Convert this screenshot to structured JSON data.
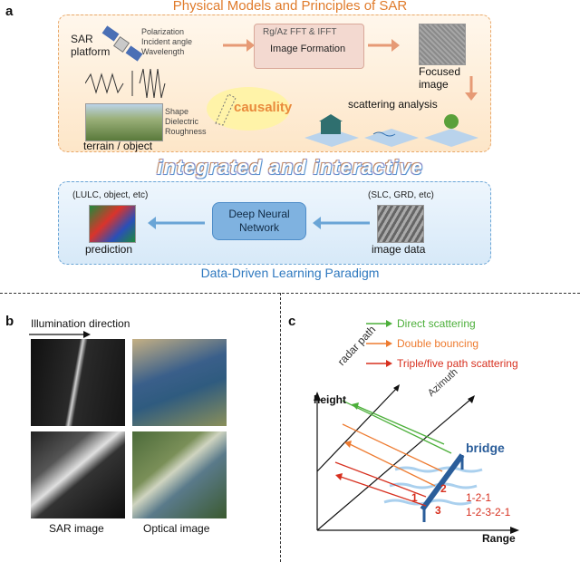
{
  "panel_a": {
    "letter": "a",
    "title_top": "Physical Models and Principles of SAR",
    "sar_platform": "SAR platform",
    "platform_params": [
      "Polarization",
      "Incident angle",
      "Wavelength"
    ],
    "fft_label": "Rg/Az FFT & IFFT",
    "image_formation": "Image Formation",
    "focused_image": "Focused image",
    "surface_params": [
      "Shape",
      "Dielectric",
      "Roughness"
    ],
    "terrain_label": "terrain / object",
    "causality": "causality",
    "scattering_analysis": "scattering analysis",
    "integrated_text": "integrated and interactive",
    "input_types": "(SLC, GRD, etc)",
    "output_types": "(LULC, object, etc)",
    "dnn_label": "Deep Neural Network",
    "image_data": "image data",
    "prediction": "prediction",
    "title_bottom": "Data-Driven Learning Paradigm"
  },
  "panel_b": {
    "letter": "b",
    "illumination": "Illumination direction",
    "sar_caption": "SAR image",
    "optical_caption": "Optical image"
  },
  "panel_c": {
    "letter": "c",
    "legend": {
      "direct": "Direct scattering",
      "double": "Double bouncing",
      "triple": "Triple/five path scattering"
    },
    "colors": {
      "direct": "#4caf3a",
      "double": "#ee7b30",
      "triple": "#d7301f",
      "bridge": "#2a5d9a"
    },
    "height": "height",
    "radar_path": "radar path",
    "azimuth": "Azimuth",
    "range": "Range",
    "bridge": "bridge",
    "point_labels": [
      "1",
      "2",
      "3"
    ],
    "paths": [
      "1-2-1",
      "1-2-3-2-1"
    ]
  }
}
